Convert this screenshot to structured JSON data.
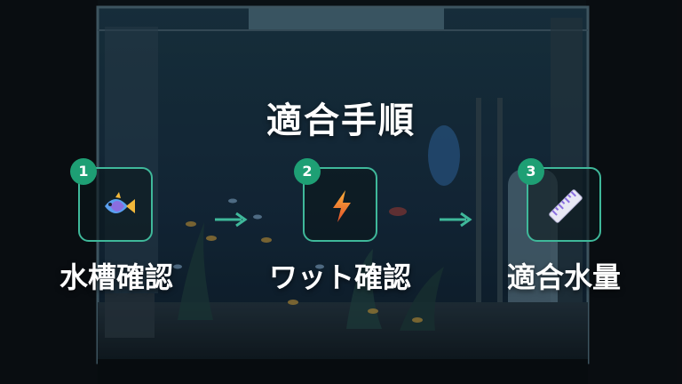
{
  "title": "適合手順",
  "colors": {
    "accent": "#3fb89a",
    "badge": "#1e9f74",
    "text": "#ffffff"
  },
  "steps": [
    {
      "number": "1",
      "label": "水槽確認",
      "icon": "fish-icon"
    },
    {
      "number": "2",
      "label": "ワット確認",
      "icon": "lightning-icon"
    },
    {
      "number": "3",
      "label": "適合水量",
      "icon": "ruler-icon"
    }
  ]
}
